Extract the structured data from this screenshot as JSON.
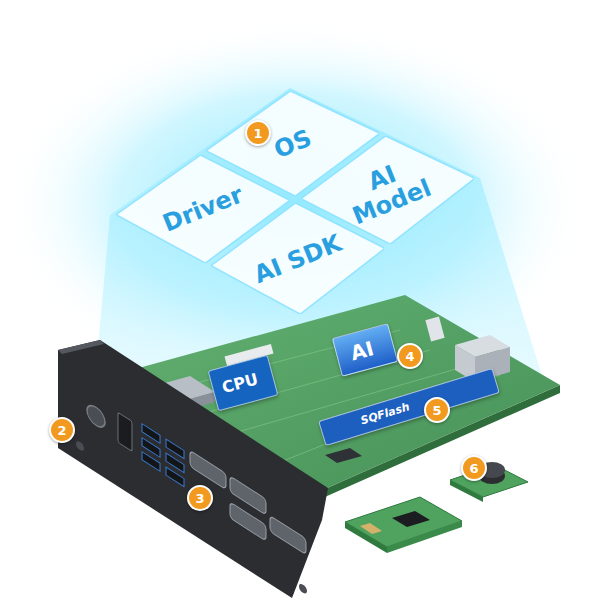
{
  "diagram": {
    "nodes": [
      {
        "text": [
          "OS"
        ]
      },
      {
        "text": [
          "Driver"
        ]
      },
      {
        "text": [
          "AI Model"
        ]
      },
      {
        "text": [
          "AI SDK"
        ]
      },
      {
        "text": [
          "CPU"
        ]
      },
      {
        "text": [
          "AI"
        ]
      },
      {
        "text": [
          "SQFlash"
        ]
      }
    ],
    "labels": [
      "1",
      "2",
      "3",
      "4",
      "5",
      "6"
    ]
  }
}
